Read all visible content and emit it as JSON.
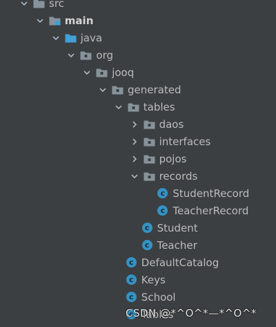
{
  "tree": [
    {
      "label": "src",
      "level": 0,
      "expanded": true,
      "icon": "folder-icon",
      "bold": false
    },
    {
      "label": "main",
      "level": 1,
      "expanded": true,
      "icon": "source-root-folder-icon",
      "bold": true
    },
    {
      "label": "java",
      "level": 2,
      "expanded": true,
      "icon": "source-folder-icon",
      "bold": false
    },
    {
      "label": "org",
      "level": 3,
      "expanded": true,
      "icon": "package-icon",
      "bold": false
    },
    {
      "label": "jooq",
      "level": 4,
      "expanded": true,
      "icon": "package-icon",
      "bold": false
    },
    {
      "label": "generated",
      "level": 5,
      "expanded": true,
      "icon": "package-icon",
      "bold": false
    },
    {
      "label": "tables",
      "level": 6,
      "expanded": true,
      "icon": "package-icon",
      "bold": false
    },
    {
      "label": "daos",
      "level": 7,
      "expanded": false,
      "icon": "package-icon",
      "bold": false
    },
    {
      "label": "interfaces",
      "level": 7,
      "expanded": false,
      "icon": "package-icon",
      "bold": false
    },
    {
      "label": "pojos",
      "level": 7,
      "expanded": false,
      "icon": "package-icon",
      "bold": false
    },
    {
      "label": "records",
      "level": 7,
      "expanded": true,
      "icon": "package-icon",
      "bold": false
    },
    {
      "label": "StudentRecord",
      "level": 8,
      "leaf": true,
      "icon": "class-icon"
    },
    {
      "label": "TeacherRecord",
      "level": 8,
      "leaf": true,
      "icon": "class-icon"
    },
    {
      "label": "Student",
      "level": 7,
      "leaf": true,
      "icon": "class-icon"
    },
    {
      "label": "Teacher",
      "level": 7,
      "leaf": true,
      "icon": "class-icon"
    },
    {
      "label": "DefaultCatalog",
      "level": 6,
      "leaf": true,
      "icon": "class-icon"
    },
    {
      "label": "Keys",
      "level": 6,
      "leaf": true,
      "icon": "class-icon"
    },
    {
      "label": "School",
      "level": 6,
      "leaf": true,
      "icon": "class-icon"
    },
    {
      "label": "Tables",
      "level": 6,
      "leaf": true,
      "icon": "class-icon"
    }
  ],
  "class_icon_letter": "c",
  "colors": {
    "background": "#3c3f41",
    "text": "#bbbbbb",
    "folder": "#87939a",
    "source_blue": "#40a0d8",
    "class_icon": "#3592c4"
  },
  "watermark": "CSDN @*^O^*—*^O^*"
}
